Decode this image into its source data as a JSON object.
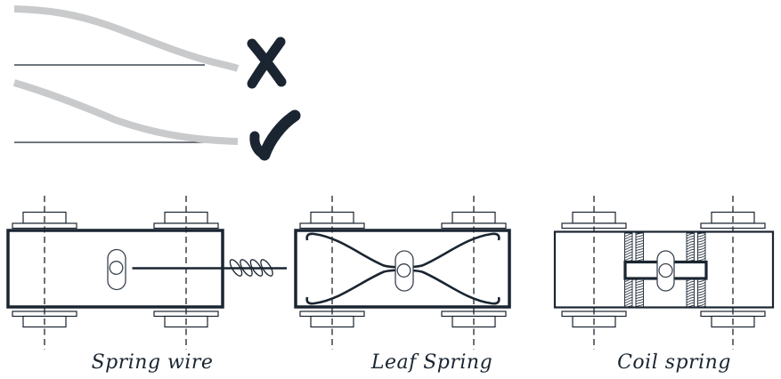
{
  "comparison": {
    "rows": [
      {
        "icon": "x-icon",
        "curve": "abrupt-bend-meets-straight-line"
      },
      {
        "icon": "check-icon",
        "curve": "gradual-tangent-bend-meets-straight-line"
      }
    ]
  },
  "figures": [
    {
      "caption": "Spring wire"
    },
    {
      "caption": "Leaf Spring"
    },
    {
      "caption": "Coil spring"
    }
  ],
  "colors": {
    "ink": "#1a2531",
    "wire_gray": "#c9cacb",
    "slot_stroke": "#39424e",
    "background": "#ffffff"
  }
}
